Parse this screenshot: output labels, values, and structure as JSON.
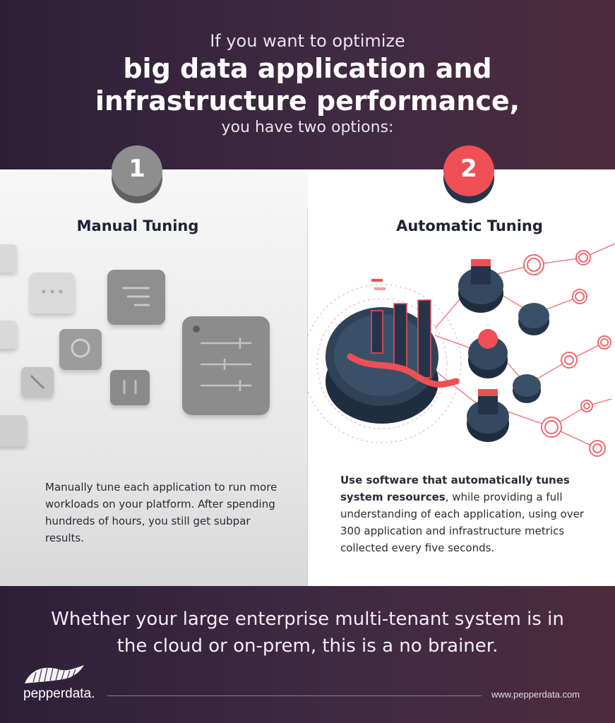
{
  "header": {
    "line1": "If you want to optimize",
    "line2a": "big data application and",
    "line2b": "infrastructure performance,",
    "line3": "you have two options:"
  },
  "option1": {
    "number": "1",
    "title": "Manual Tuning",
    "description": "Manually tune each application to run more workloads on your platform. After spending hundreds of hours, you still get subpar results."
  },
  "option2": {
    "number": "2",
    "title": "Automatic Tuning",
    "description_bold": "Use software that automatically tunes system resources",
    "description_rest": ", while providing a full understanding of each application, using over 300 application and infrastructure metrics collected every five seconds."
  },
  "footer": {
    "tagline": "Whether your large enterprise multi-tenant system is in the cloud or on-prem, this is a no brainer.",
    "logo_text": "pepperdata.",
    "url": "www.pepperdata.com"
  },
  "colors": {
    "accent": "#ef4f55",
    "navy": "#25344a",
    "dark_purple": "#3a2840",
    "gray": "#8e8e8e"
  }
}
